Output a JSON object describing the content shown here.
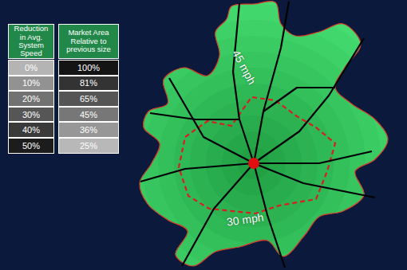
{
  "diagram": {
    "labels": [
      "Reduction in Avg. System Speed",
      "0%",
      "10%",
      "20%",
      "30%",
      "40%",
      "50%",
      "Market Area Relative to previous size",
      "100%",
      "81%",
      "65%",
      "45%",
      "36%",
      "25%",
      "45 mph",
      "30 mph"
    ]
  }
}
